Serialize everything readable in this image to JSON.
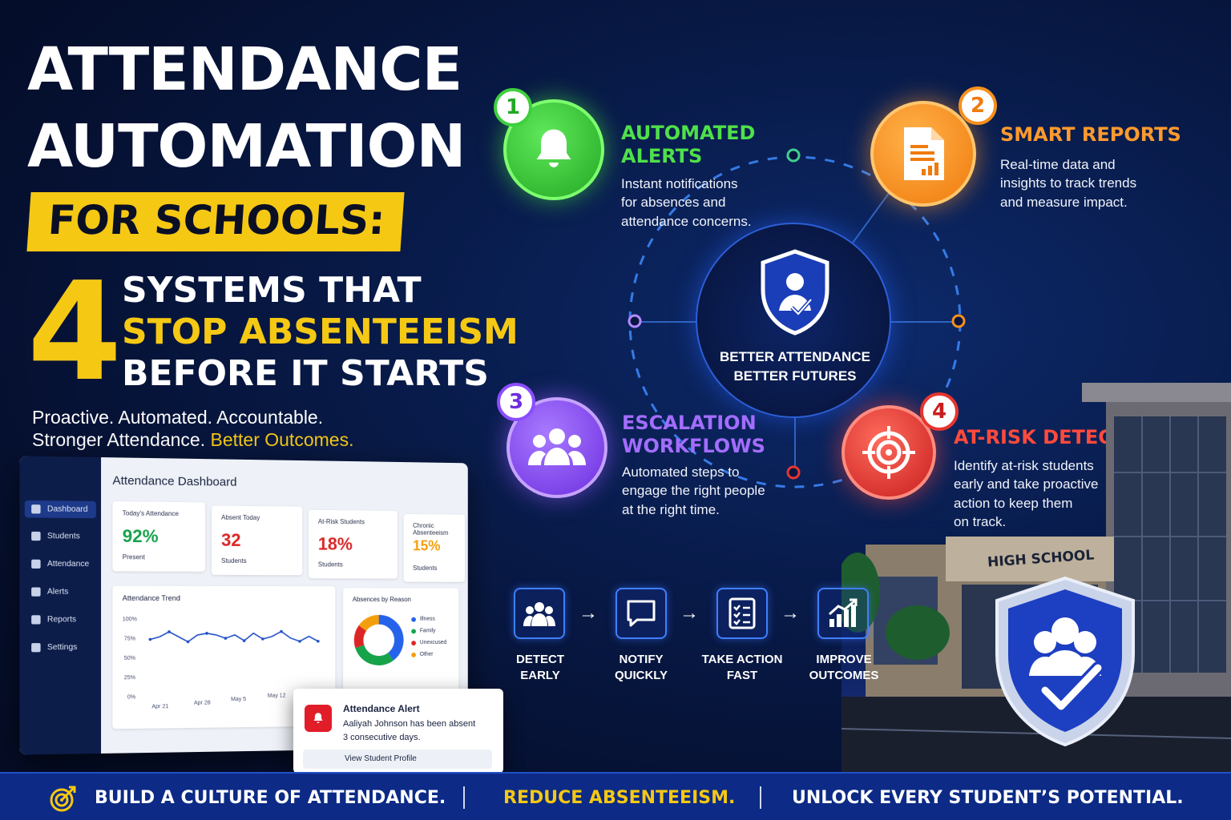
{
  "headline": {
    "line1": "ATTENDANCE",
    "line2": "AUTOMATION",
    "highlight": "FOR SCHOOLS:",
    "number": "4",
    "sub1": "SYSTEMS THAT",
    "sub2": "STOP ABSENTEEISM",
    "sub3": "BEFORE IT STARTS",
    "tag1": "Proactive. Automated. Accountable.",
    "tag2a": "Stronger Attendance.",
    "tag2b": "Better Outcomes."
  },
  "dashboard": {
    "title": "Attendance Dashboard",
    "nav": [
      {
        "label": "Dashboard",
        "icon": "home-icon"
      },
      {
        "label": "Students",
        "icon": "users-icon"
      },
      {
        "label": "Attendance",
        "icon": "calendar-check-icon"
      },
      {
        "label": "Alerts",
        "icon": "bell-icon"
      },
      {
        "label": "Reports",
        "icon": "bar-chart-icon"
      },
      {
        "label": "Settings",
        "icon": "gear-icon"
      }
    ],
    "kpis": [
      {
        "label": "Today's Attendance",
        "value": "92%",
        "sub": "Present",
        "color": "#16a34a"
      },
      {
        "label": "Absent Today",
        "value": "32",
        "sub": "Students",
        "color": "#dc2626"
      },
      {
        "label": "At-Risk Students",
        "value": "18%",
        "sub": "Students",
        "color": "#dc2626"
      },
      {
        "label": "Chronic Absenteeism",
        "value": "15%",
        "sub": "Students",
        "color": "#f59e0b"
      }
    ],
    "trend": {
      "title": "Attendance Trend",
      "yticks": [
        "100%",
        "75%",
        "50%",
        "25%",
        "0%"
      ],
      "xticks": [
        "Apr 21",
        "Apr 28",
        "May 5",
        "May 12"
      ]
    },
    "reasons": {
      "title": "Absences by Reason",
      "legend": [
        {
          "label": "Illness",
          "color": "#2563eb"
        },
        {
          "label": "Family",
          "color": "#16a34a"
        },
        {
          "label": "Unexcused",
          "color": "#dc2626"
        },
        {
          "label": "Other",
          "color": "#f59e0b"
        }
      ]
    }
  },
  "alert": {
    "title": "Attendance Alert",
    "message1": "Aaliyah Johnson has been absent",
    "message2": "3 consecutive days.",
    "action": "View Student Profile"
  },
  "chart_data": [
    {
      "type": "line",
      "title": "Attendance Trend",
      "xlabel": "",
      "ylabel": "",
      "ylim": [
        0,
        100
      ],
      "x_ticks": [
        "Apr 21",
        "Apr 28",
        "May 5",
        "May 12"
      ],
      "series": [
        {
          "values": [
            75,
            78,
            84,
            78,
            72,
            80,
            82,
            80,
            76,
            80,
            73,
            82,
            75,
            78,
            84,
            76,
            72,
            78,
            72
          ]
        }
      ]
    },
    {
      "type": "pie",
      "title": "Absences by Reason",
      "categories": [
        "Illness",
        "Family",
        "Unexcused",
        "Other"
      ],
      "values": [
        40,
        30,
        15,
        15
      ]
    }
  ],
  "center": {
    "line1": "BETTER ATTENDANCE",
    "line2": "BETTER FUTURES"
  },
  "systems": [
    {
      "num": "1",
      "title1": "AUTOMATED",
      "title2": "ALERTS",
      "d1": "Instant notifications",
      "d2": "for absences and",
      "d3": "attendance concerns.",
      "color": "#3fcf3f",
      "icon": "bell-icon"
    },
    {
      "num": "2",
      "title1": "SMART REPORTS",
      "title2": "",
      "d1": "Real-time data and",
      "d2": "insights to track trends",
      "d3": "and measure impact.",
      "color": "#f7901e",
      "icon": "report-icon"
    },
    {
      "num": "3",
      "title1": "ESCALATION",
      "title2": "WORKFLOWS",
      "d1": "Automated steps to",
      "d2": "engage the right people",
      "d3": "at the right time.",
      "color": "#8b4dff",
      "icon": "group-icon"
    },
    {
      "num": "4",
      "title1": "AT-RISK DETECTION",
      "title2": "",
      "d1": "Identify at-risk students",
      "d2": "early and take proactive",
      "d3": "action to keep them",
      "d4": "on track.",
      "color": "#e6362f",
      "icon": "target-icon"
    }
  ],
  "steps": [
    {
      "l1": "DETECT",
      "l2": "EARLY",
      "icon": "people-icon"
    },
    {
      "l1": "NOTIFY",
      "l2": "QUICKLY",
      "icon": "chat-icon"
    },
    {
      "l1": "TAKE ACTION",
      "l2": "FAST",
      "icon": "checklist-icon"
    },
    {
      "l1": "IMPROVE",
      "l2": "OUTCOMES",
      "icon": "growth-chart-icon"
    }
  ],
  "building_sign": "HIGH SCHOOL",
  "banner": {
    "b1": "BUILD A CULTURE OF ATTENDANCE.",
    "b2": "REDUCE ABSENTEEISM.",
    "b3": "UNLOCK EVERY STUDENT’S POTENTIAL."
  }
}
